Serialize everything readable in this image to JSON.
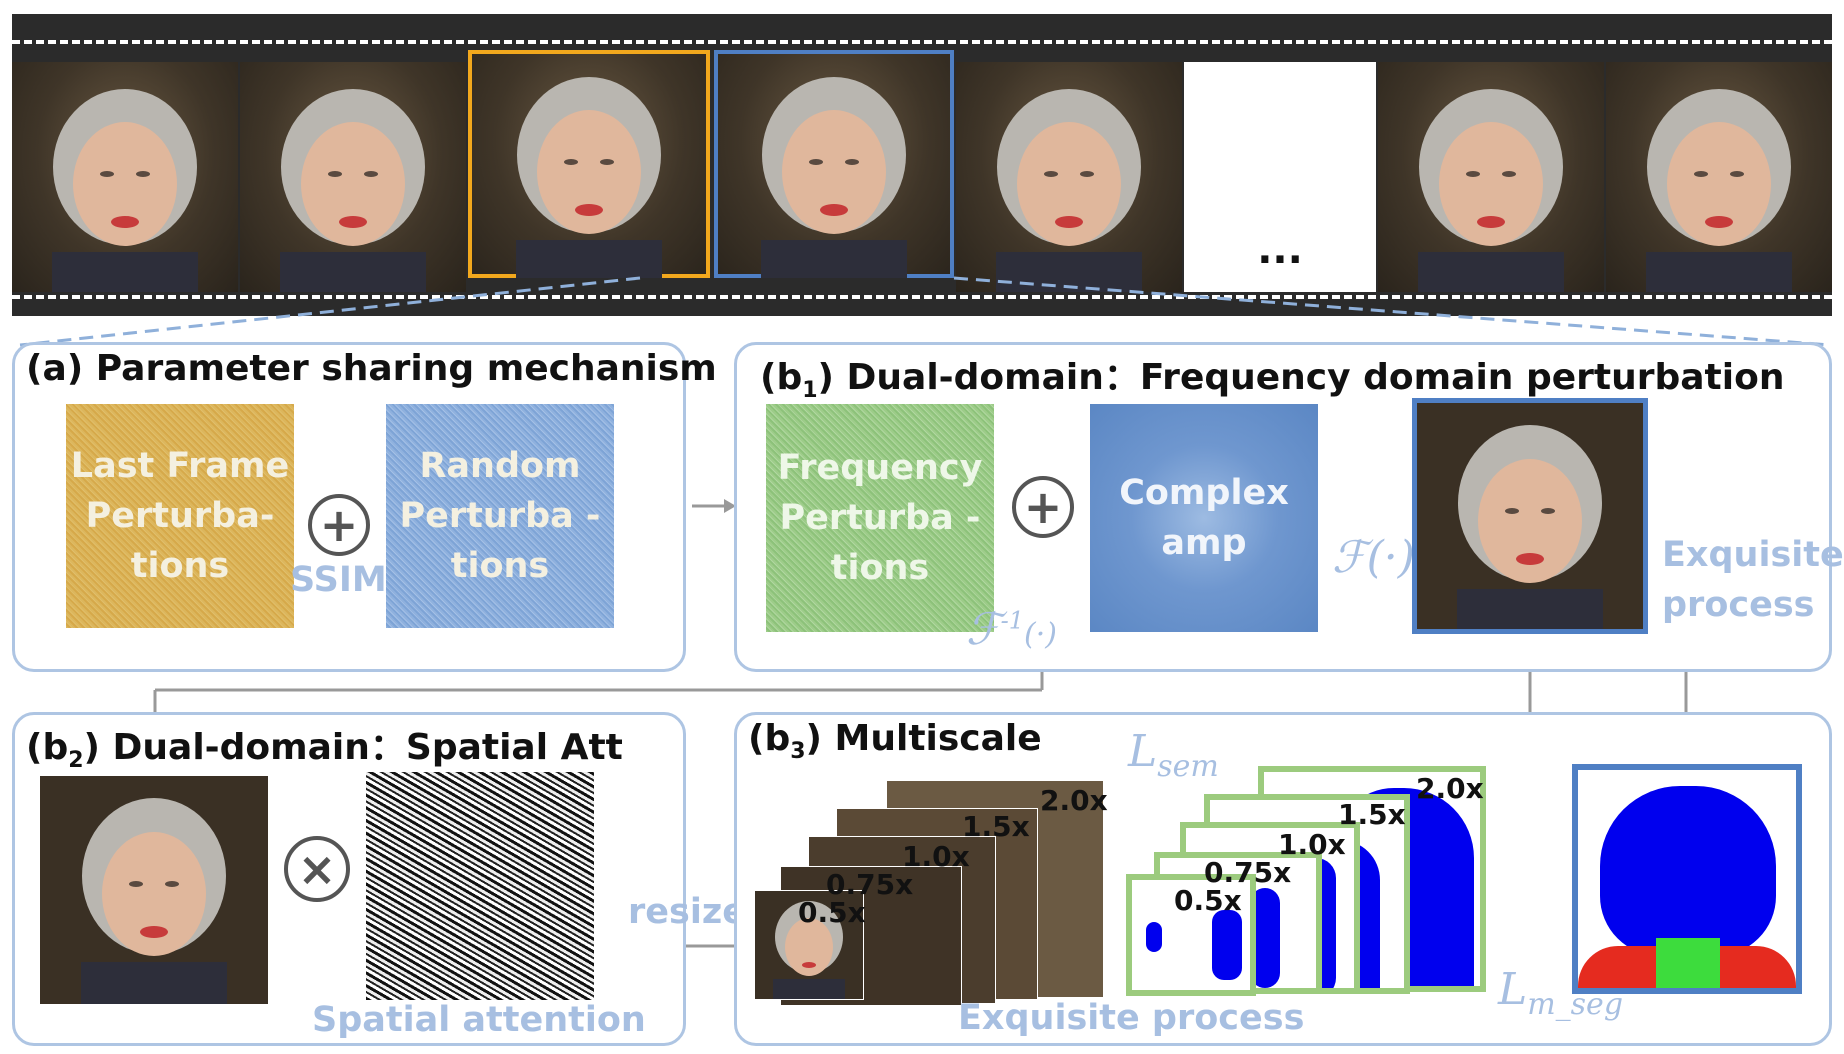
{
  "film": {
    "frame_count": 8,
    "ellipsis": "..."
  },
  "panel_a": {
    "title": "(a) Parameter sharing mechanism",
    "last_frame_label": "Last Frame Perturba-tions",
    "random_label": "Random Perturba -tions",
    "ssim_label": "SSIM",
    "op_symbol": "+"
  },
  "panel_b1": {
    "title_prefix": "(b",
    "title_sub": "1",
    "title_rest": ") Dual-domain：Frequency domain perturbation",
    "freq_label": "Frequency Perturba -tions",
    "complex_label": "Complex amp",
    "fourier_label": "ℱ(·)",
    "inverse_fourier_label": "ℱ",
    "inverse_fourier_sup": "-1",
    "inverse_fourier_arg": "(·)",
    "exquisite_label": "Exquisite process",
    "op_symbol": "+"
  },
  "panel_b2": {
    "title_prefix": "(b",
    "title_sub": "2",
    "title_rest": ") Dual-domain：Spatial Att",
    "op_symbol": "×",
    "spatial_label": "Spatial attention",
    "resize_label": "resize"
  },
  "panel_b3": {
    "title_prefix": "(b",
    "title_sub": "3",
    "title_rest": ") Multiscale",
    "scales": [
      "0.5x",
      "0.75x",
      "1.0x",
      "1.5x",
      "2.0x"
    ],
    "loss_sem_base": "L",
    "loss_sem_sub": "sem",
    "loss_seg_base": "L",
    "loss_seg_sub": "m_seg",
    "exquisite_label": "Exquisite process"
  },
  "colors": {
    "panel_border": "#aec5e3",
    "highlight_yellow": "#f2a81d",
    "highlight_blue": "#4f7fc4",
    "seg_blue": "#0000ee",
    "seg_green": "#3ddc3d",
    "seg_red": "#e52b1f",
    "seg_frame_green": "#9ccb7e"
  }
}
